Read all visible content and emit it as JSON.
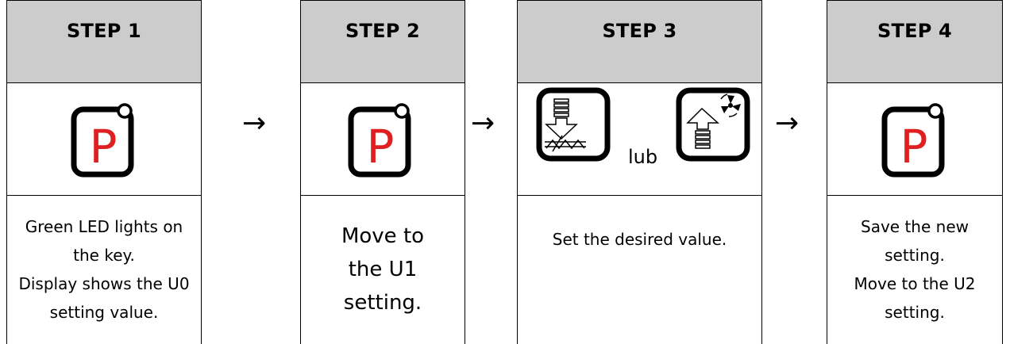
{
  "steps": [
    {
      "title": "STEP 1",
      "icon": "p-key-icon",
      "desc": [
        "Green LED lights on",
        "the key.",
        "Display shows the U0",
        "setting value."
      ]
    },
    {
      "title": "STEP 2",
      "icon": "p-key-icon",
      "desc": [
        "Move to",
        "the U1",
        "setting."
      ]
    },
    {
      "title": "STEP 3",
      "icons": [
        "down-arrow-heat-key-icon",
        "up-arrow-fan-key-icon"
      ],
      "between": "lub",
      "desc": [
        "Set the desired value."
      ]
    },
    {
      "title": "STEP 4",
      "icon": "p-key-icon",
      "desc": [
        "Save the new",
        "setting.",
        "Move to the U2",
        "setting."
      ]
    }
  ],
  "arrow": "→",
  "key_letter": "P",
  "colors": {
    "header_bg": "#cccccc",
    "p_letter": "#e02020",
    "border": "#000000"
  }
}
